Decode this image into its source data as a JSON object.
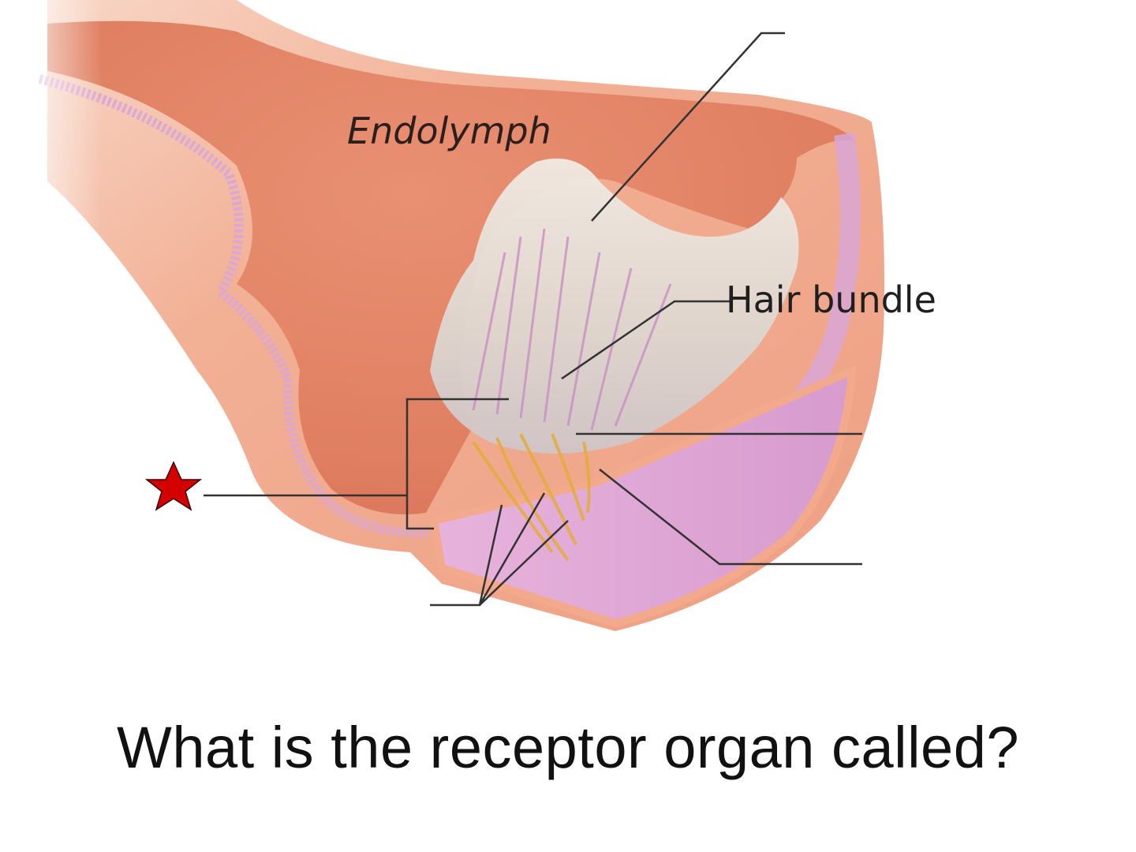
{
  "labels": {
    "endolymph": "Endolymph",
    "hair_bundle": "Hair bundle"
  },
  "question": "What is the receptor organ called?",
  "marker": {
    "icon": "red-star-icon",
    "color": "#d40000"
  },
  "colors": {
    "tissue_outer": "#f2a98c",
    "tissue_inner": "#e58a6d",
    "epithelium": "#d9a6d6",
    "cupula": "#e9e3dc",
    "leader_line": "#333333"
  }
}
